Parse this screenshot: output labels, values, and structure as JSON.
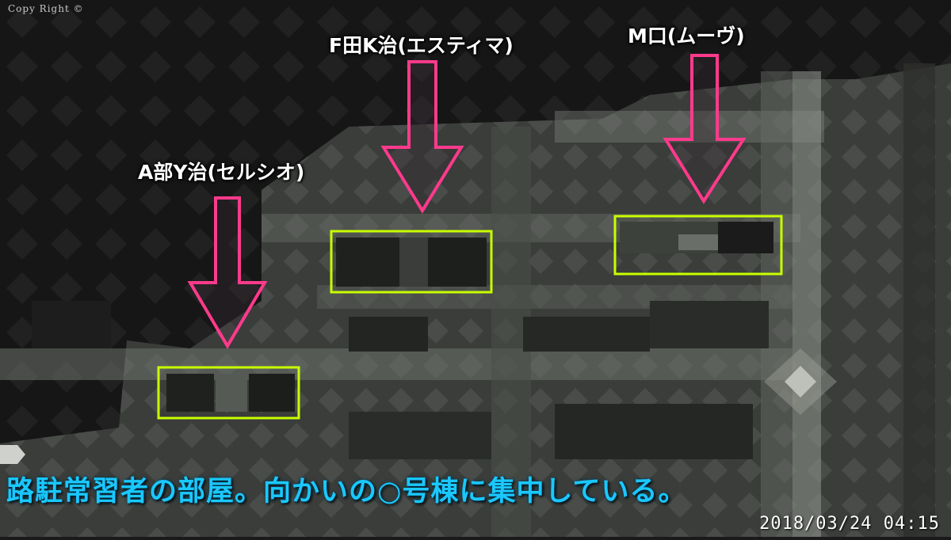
{
  "copyright": "Copy Right ©",
  "labels": [
    {
      "text": "A部Y治(セルシオ)"
    },
    {
      "text": "F田K治(エスティマ)"
    },
    {
      "text": "M口(ムーヴ)"
    }
  ],
  "caption": "路駐常習者の部屋。向かいの○号棟に集中している。",
  "timestamp": "2018/03/24 04:15",
  "colors": {
    "arrow": "#ff3a8c",
    "highlight_box": "#c8ff00",
    "caption": "#1ac8ff",
    "timestamp": "#ffffff",
    "label": "#ffffff"
  }
}
